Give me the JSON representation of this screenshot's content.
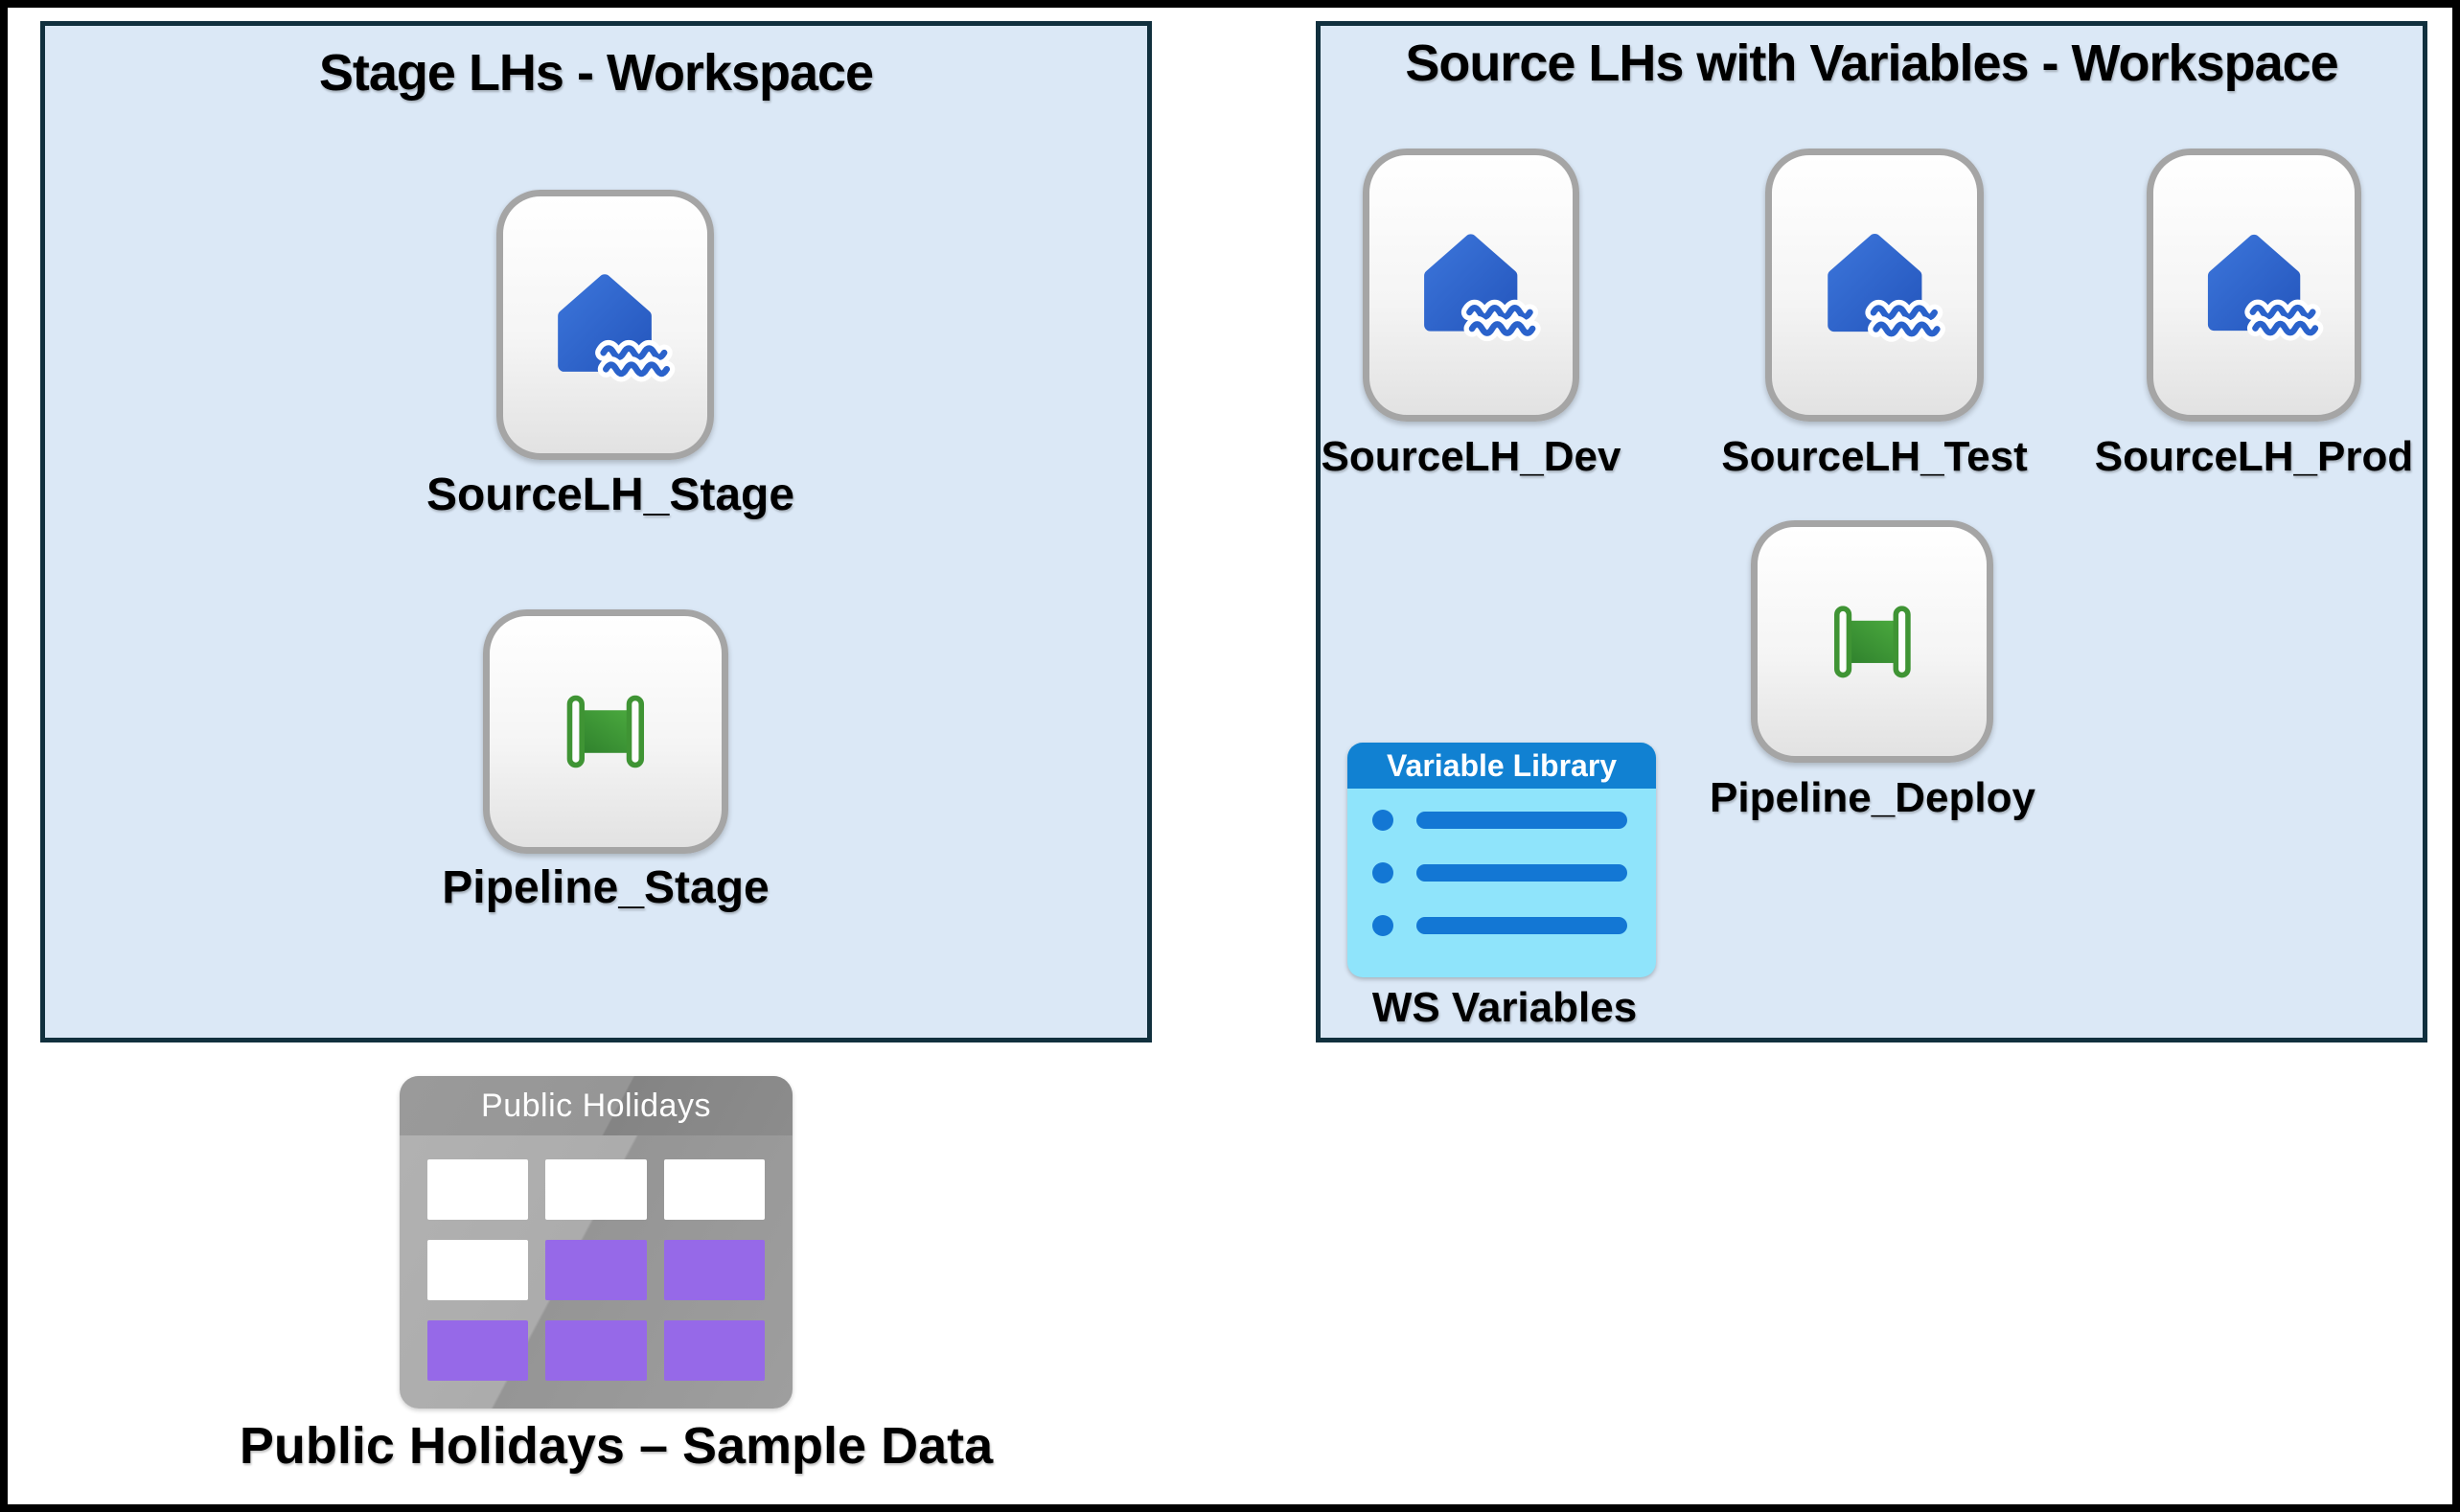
{
  "diagram": {
    "stage_workspace": {
      "title": "Stage LHs - Workspace",
      "lakehouse_label": "SourceLH_Stage",
      "pipeline_label": "Pipeline_Stage"
    },
    "source_workspace": {
      "title": "Source LHs with Variables - Workspace",
      "lakehouses": [
        "SourceLH_Dev",
        "SourceLH_Test",
        "SourceLH_Prod"
      ],
      "pipeline_label": "Pipeline_Deploy",
      "variable_library": {
        "header": "Variable Library",
        "label": "WS Variables"
      }
    },
    "sample_data": {
      "table_header": "Public Holidays",
      "label": "Public Holidays – Sample Data"
    }
  },
  "icons": {
    "lakehouse": "lakehouse-icon (blue house with water waves)",
    "pipeline": "pipeline-icon (green scroll between two posts)",
    "variable_library": "variable-library-icon (list card with bullets)",
    "table": "table-icon (grid with highlighted cells)"
  },
  "colors": {
    "workspace_fill": "#dbe8f6",
    "workspace_border": "#11303e",
    "lakehouse_blue": "#2e64cc",
    "pipeline_green": "#3f9c35",
    "variable_library_header_blue": "#1181d2",
    "variable_library_body_cyan": "#8fe4fb",
    "variable_library_bar_blue": "#1377d4",
    "table_gray": "#9e9e9e",
    "table_cell_purple": "#9669e8",
    "card_border_gray": "#a5a5a5"
  }
}
